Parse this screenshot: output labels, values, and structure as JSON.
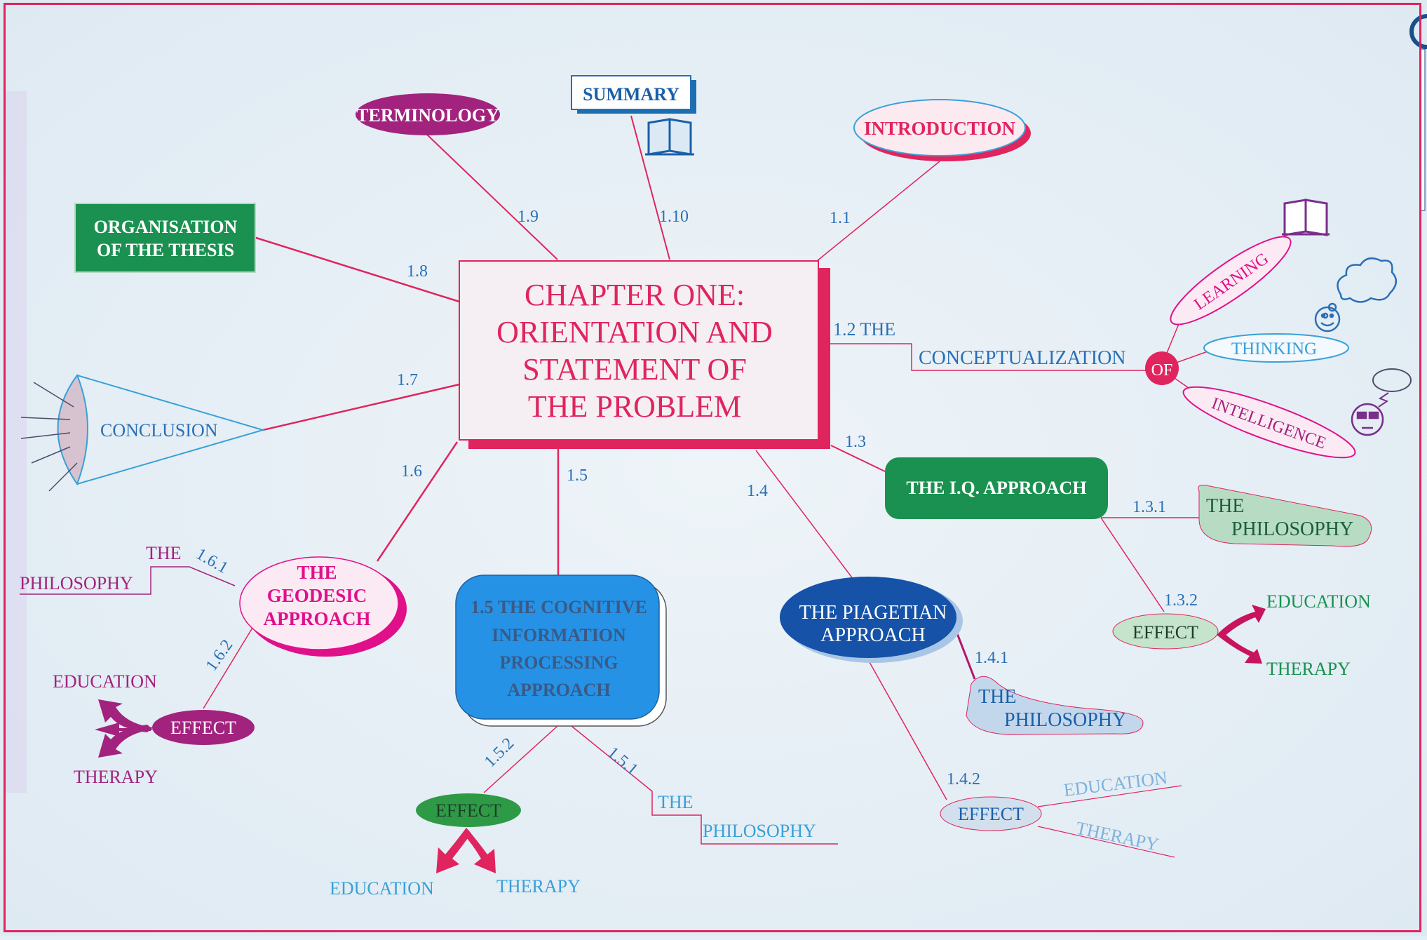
{
  "central": {
    "lines": [
      "CHAPTER ONE:",
      "ORIENTATION AND",
      "STATEMENT OF",
      "THE PROBLEM"
    ]
  },
  "nodes": {
    "summary": "SUMMARY",
    "terminology": "TERMINOLOGY",
    "introduction": "INTRODUCTION",
    "organisation": [
      "ORGANISATION",
      "OF THE THESIS"
    ],
    "conclusion": "CONCLUSION",
    "iq_approach": "THE I.Q. APPROACH",
    "piagetian": [
      "THE PIAGETIAN",
      "APPROACH"
    ],
    "cognitive": [
      "1.5  THE COGNITIVE",
      "INFORMATION",
      "PROCESSING",
      "APPROACH"
    ],
    "geodesic": [
      "THE",
      "GEODESIC",
      "APPROACH"
    ],
    "conceptualization": [
      "1.2  THE",
      "CONCEPTUALIZATION"
    ],
    "of": "OF",
    "learning": "LEARNING",
    "thinking": "THINKING",
    "intelligence": "INTELLIGENCE",
    "iq_philosophy": [
      "THE",
      "PHILOSOPHY"
    ],
    "iq_effect": "EFFECT",
    "iq_education": "EDUCATION",
    "iq_therapy": "THERAPY",
    "pia_philosophy": [
      "THE",
      "PHILOSOPHY"
    ],
    "pia_effect": "EFFECT",
    "pia_education": "EDUCATION",
    "pia_therapy": "THERAPY",
    "cog_effect": "EFFECT",
    "cog_education": "EDUCATION",
    "cog_therapy": "THERAPY",
    "cog_philosophy": [
      "THE",
      "PHILOSOPHY"
    ],
    "geo_philosophy": [
      "THE",
      "PHILOSOPHY"
    ],
    "geo_effect": "EFFECT",
    "geo_education": "EDUCATION",
    "geo_therapy": "THERAPY"
  },
  "edge_labels": {
    "e1_1": "1.1",
    "e1_3": "1.3",
    "e1_4": "1.4",
    "e1_5": "1.5",
    "e1_6": "1.6",
    "e1_7": "1.7",
    "e1_8": "1.8",
    "e1_9": "1.9",
    "e1_10": "1.10",
    "e1_3_1": "1.3.1",
    "e1_3_2": "1.3.2",
    "e1_4_1": "1.4.1",
    "e1_4_2": "1.4.2",
    "e1_5_1": "1.5.1",
    "e1_5_2": "1.5.2",
    "e1_6_1": "1.6.1",
    "e1_6_2": "1.6.2"
  },
  "colors": {
    "red": "#e0245e",
    "blue": "#2a6fb5",
    "green": "#1a9150",
    "magenta": "#a2237e",
    "pink": "#e0108a",
    "cyan": "#3aa0d8",
    "navy": "#1552a8"
  },
  "icons": [
    "book-icon",
    "smiley-icon",
    "thought-cloud-icon",
    "cool-face-icon",
    "lens-icon",
    "arrow-icon"
  ]
}
